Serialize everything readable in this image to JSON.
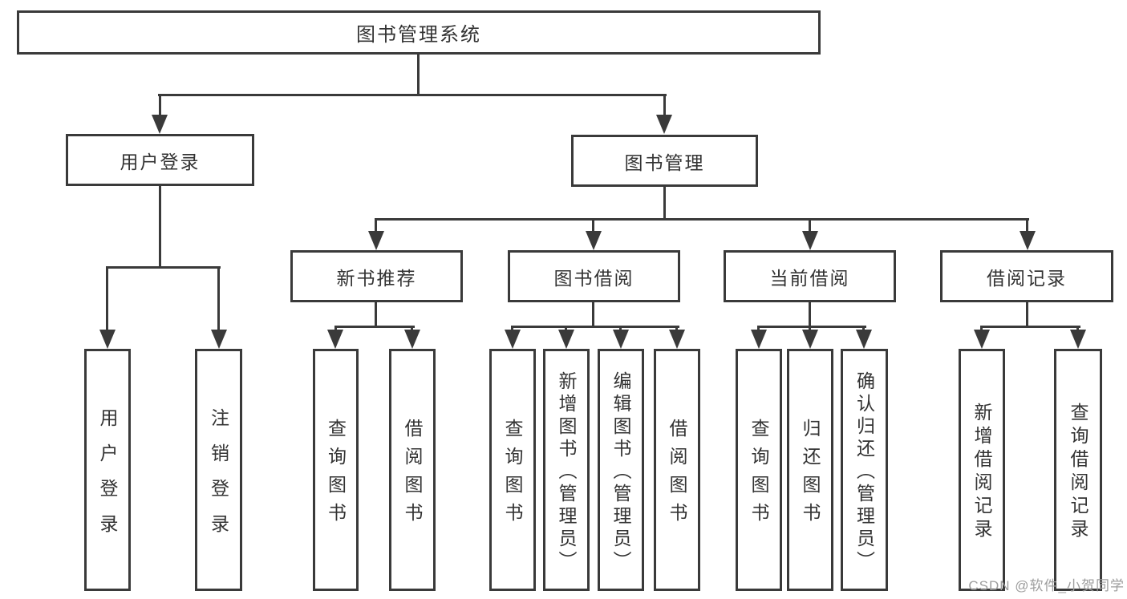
{
  "tree": {
    "root": {
      "label": "图书管理系统"
    },
    "branches": [
      {
        "label": "用户登录",
        "children": [
          {
            "label": "用户登录"
          },
          {
            "label": "注销登录"
          }
        ]
      },
      {
        "label": "图书管理",
        "children": [
          {
            "label": "新书推荐",
            "children": [
              {
                "label": "查询图书"
              },
              {
                "label": "借阅图书"
              }
            ]
          },
          {
            "label": "图书借阅",
            "children": [
              {
                "label": "查询图书"
              },
              {
                "label": "新增图书（管理员）"
              },
              {
                "label": "编辑图书（管理员）"
              },
              {
                "label": "借阅图书"
              }
            ]
          },
          {
            "label": "当前借阅",
            "children": [
              {
                "label": "查询图书"
              },
              {
                "label": "归还图书"
              },
              {
                "label": "确认归还（管理员）"
              }
            ]
          },
          {
            "label": "借阅记录",
            "children": [
              {
                "label": "新增借阅记录"
              },
              {
                "label": "查询借阅记录"
              }
            ]
          }
        ]
      }
    ]
  },
  "watermark": {
    "text": "CSDN @软件_小贺同学",
    "color": "#9d9d9d"
  },
  "colors": {
    "line": "#3a3a3a",
    "text": "#333333",
    "background": "#ffffff"
  }
}
